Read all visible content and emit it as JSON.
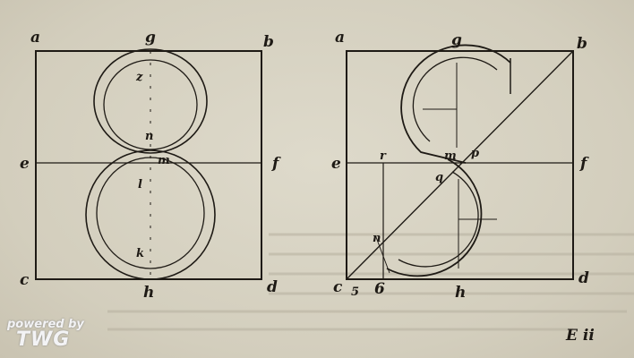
{
  "left_figure": {
    "title": "Letter 8 construction",
    "labels": {
      "a": "a",
      "g": "g",
      "b": "b",
      "e": "e",
      "f": "f",
      "c": "c",
      "h": "h",
      "d": "d",
      "z": "z",
      "n": "n",
      "m": "m",
      "l": "l",
      "k": "k"
    }
  },
  "right_figure": {
    "title": "Letter S construction",
    "labels": {
      "a": "a",
      "g": "g",
      "b": "b",
      "e": "e",
      "f": "f",
      "c": "c",
      "five": "5",
      "six": "6",
      "h": "h",
      "d": "d",
      "r": "r",
      "m": "m",
      "p": "p",
      "q": "q",
      "n": "n"
    }
  },
  "signature_mark": "E ii",
  "watermark": {
    "line1": "powered by",
    "line2": "TWG"
  },
  "colors": {
    "ink": "#1e1a15",
    "paper": "#d8d3c3"
  }
}
